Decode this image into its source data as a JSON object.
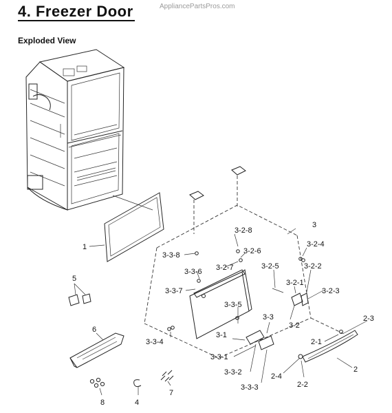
{
  "header": {
    "title": "4.  Freezer Door",
    "watermark": "AppliancePartsPros.com",
    "subtitle": "Exploded View"
  },
  "callouts": {
    "c1": "1",
    "c2": "2",
    "c2_1": "2-1",
    "c2_2": "2-2",
    "c2_3": "2-3",
    "c2_4": "2-4",
    "c3": "3",
    "c3_1": "3-1",
    "c3_2": "3-2",
    "c3_2_1": "3-2-1",
    "c3_2_2": "3-2-2",
    "c3_2_3": "3-2-3",
    "c3_2_4": "3-2-4",
    "c3_2_5": "3-2-5",
    "c3_2_6": "3-2-6",
    "c3_2_7": "3-2-7",
    "c3_2_8": "3-2-8",
    "c3_3": "3-3",
    "c3_3_1": "3-3-1",
    "c3_3_2": "3-3-2",
    "c3_3_3": "3-3-3",
    "c3_3_4": "3-3-4",
    "c3_3_5": "3-3-5",
    "c3_3_6": "3-3-6",
    "c3_3_7": "3-3-7",
    "c3_3_8": "3-3-8",
    "c4": "4",
    "c5": "5",
    "c6": "6",
    "c7": "7",
    "c8": "8"
  }
}
